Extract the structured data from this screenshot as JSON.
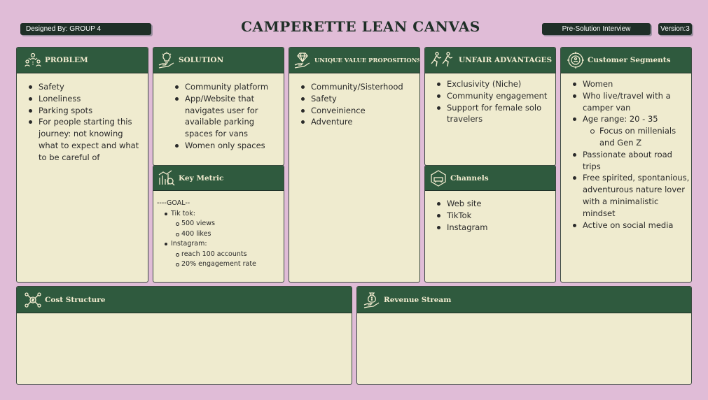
{
  "header": {
    "designed_by": "Designed By:  GROUP 4",
    "title": "CAMPERETTE LEAN CANVAS",
    "stage": "Pre-Solution Interview",
    "version": "Version:3"
  },
  "problem": {
    "title": "PROBLEM",
    "icon": "people-network-icon",
    "items": [
      "Safety",
      "Loneliness",
      "Parking spots",
      "For people starting this journey: not knowing what to expect and what to be careful of"
    ]
  },
  "solution": {
    "title": "SOLUTION",
    "icon": "lightbulb-hand-icon",
    "items": [
      "Community platform",
      "App/Website that navigates user for available parking spaces for vans",
      "Women only spaces"
    ]
  },
  "key_metric": {
    "title": "Key Metric",
    "icon": "chart-magnifier-icon",
    "goal": "----GOAL--",
    "tiktok_label": "Tik tok:",
    "tiktok_items": [
      "500 views",
      "400 likes"
    ],
    "instagram_label": "Instagram:",
    "instagram_items": [
      "reach 100 accounts",
      "20% engagement rate"
    ]
  },
  "uvp": {
    "title": "UNIQUE VALUE PROPOSITIONS",
    "icon": "diamond-hand-icon",
    "items": [
      "Community/Sisterhood",
      "Safety",
      "Conveinience",
      "Adventure"
    ]
  },
  "unfair": {
    "title": "UNFAIR ADVANTAGES",
    "icon": "runners-icon",
    "items": [
      "Exclusivity (Niche)",
      "Community engagement",
      "Support for female solo travelers"
    ]
  },
  "channels": {
    "title": "Channels",
    "icon": "channels-icon",
    "items": [
      "Web site",
      "TikTok",
      " Instagram"
    ]
  },
  "segments": {
    "title": "Customer Segments",
    "icon": "target-person-icon",
    "items": [
      "Women",
      "Who live/travel with a camper van",
      "Age range: 20 - 35"
    ],
    "sub_items": [
      "Focus on millenials and Gen Z"
    ],
    "items_after": [
      "Passionate about road trips",
      "Free spirited, spontanious, adventurous nature lover with a minimalistic mindset",
      "Active on social media"
    ]
  },
  "cost": {
    "title": "Cost Structure",
    "icon": "dollar-network-icon"
  },
  "revenue": {
    "title": "Revenue Stream",
    "icon": "money-bag-hand-icon"
  },
  "colors": {
    "background": "#e0bcd7",
    "card": "#efebcf",
    "header": "#2f5a3e",
    "dark": "#1f2f27"
  }
}
